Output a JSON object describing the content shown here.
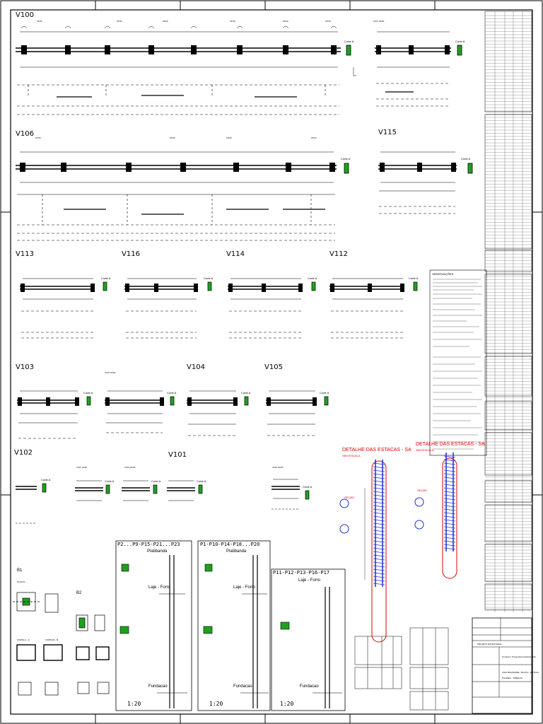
{
  "sheet": {
    "accent_blue": "#1a2fd6",
    "accent_red": "#e00000",
    "section_fill": "#1fa11f"
  },
  "beams": {
    "v100": "V100",
    "v106": "V106",
    "v115": "V115",
    "v113": "V113",
    "v116": "V116",
    "v114": "V114",
    "v112": "V112",
    "v103": "V103",
    "v104": "V104",
    "v105": "V105",
    "v101": "V101",
    "v102": "V102",
    "v100b": "V107 15/30",
    "v110": "V110 15/30",
    "v111": "V111 15/30",
    "v109": "V109 15/30",
    "v120": "V120 15/30"
  },
  "common": {
    "section_label": "Corte A",
    "beam_dim": "15/30"
  },
  "piles": {
    "title_sa": "DETALHE DAS ESTACAS - SA",
    "title_sb": "DETALHE DAS ESTACAS - SB",
    "sub": "SEM ESCALA",
    "secao": "SEÇÃO"
  },
  "pillars": {
    "p1_title": "P2...P9-P15-P21...P23",
    "p2_title": "P1-P10-P14-P18...P20",
    "p3_title": "P11-P12-P13-P16-P17",
    "platibanda": "Platibanda",
    "laje": "Laje - Forro",
    "fundacao": "Fundacao",
    "scale": "1:20"
  },
  "blocks": {
    "b1": "B1",
    "b2": "B2",
    "planta": "PLANTA",
    "corte_aa": "CORTE A - A",
    "corte_bb": "CORTE B - B"
  },
  "notes": {
    "title": "OBSERVAÇÕES"
  },
  "titleblock": {
    "project": "PROJETO ESTRUTURAL",
    "company": "Armazem Transportes Agricola Ltda",
    "line2": "VIGA BALDRAME - BLOCO - ESTACA",
    "line3": "PILARES - TABELAS"
  }
}
